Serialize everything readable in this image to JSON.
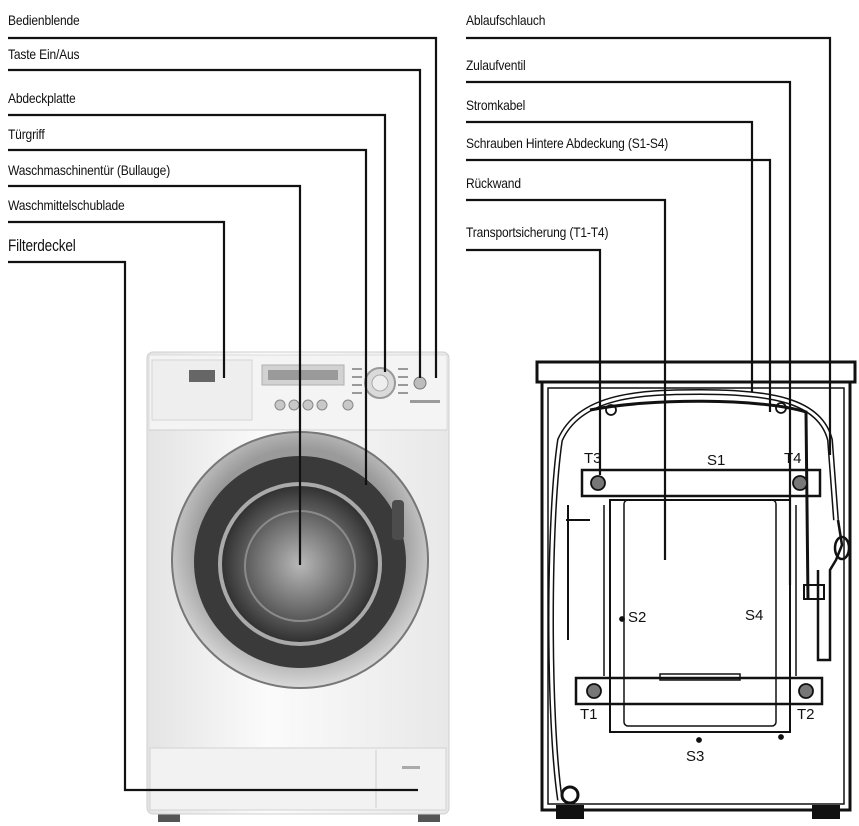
{
  "left_labels": [
    "Bedienblende",
    "Taste Ein/Aus",
    "Abdeckplatte",
    "Türgriff",
    "Waschmaschinentür (Bullauge)",
    "Waschmittelschublade",
    "Filterdeckel"
  ],
  "right_labels": [
    "Ablaufschlauch",
    "Zulaufventil",
    "Stromkabel",
    "Schrauben Hintere Abdeckung (S1-S4)",
    "Rückwand",
    "Transportsicherung (T1-T4)"
  ],
  "rear_markers": {
    "t3": "T3",
    "s1": "S1",
    "t4": "T4",
    "s2": "S2",
    "s4": "S4",
    "t1": "T1",
    "t2": "T2",
    "s3": "S3"
  },
  "colors": {
    "line": "#111111",
    "drum_ring": "#8a8a8a",
    "body": "#f2f2f2"
  }
}
